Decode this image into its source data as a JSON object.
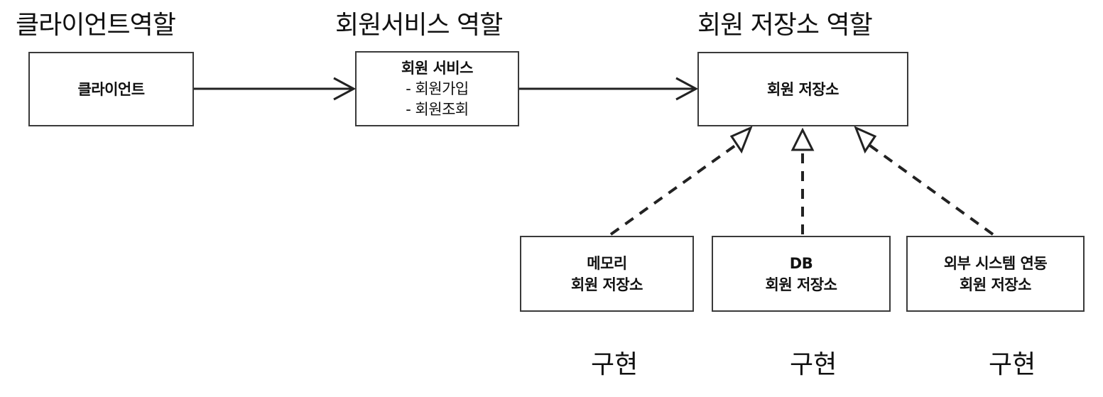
{
  "roles": {
    "client": "클라이언트역할",
    "service": "회원서비스 역할",
    "repository": "회원 저장소 역할"
  },
  "boxes": {
    "client": {
      "title": "클라이언트"
    },
    "service": {
      "title": "회원 서비스",
      "items": [
        "- 회원가입",
        "- 회원조회"
      ]
    },
    "repository": {
      "title": "회원 저장소"
    },
    "memory_repo": {
      "line1": "메모리",
      "line2": "회원 저장소"
    },
    "db_repo": {
      "line1": "DB",
      "line2": "회원 저장소"
    },
    "external_repo": {
      "line1": "외부 시스템 연동",
      "line2": "회원 저장소"
    }
  },
  "implementation_labels": [
    "구현",
    "구현",
    "구현"
  ]
}
